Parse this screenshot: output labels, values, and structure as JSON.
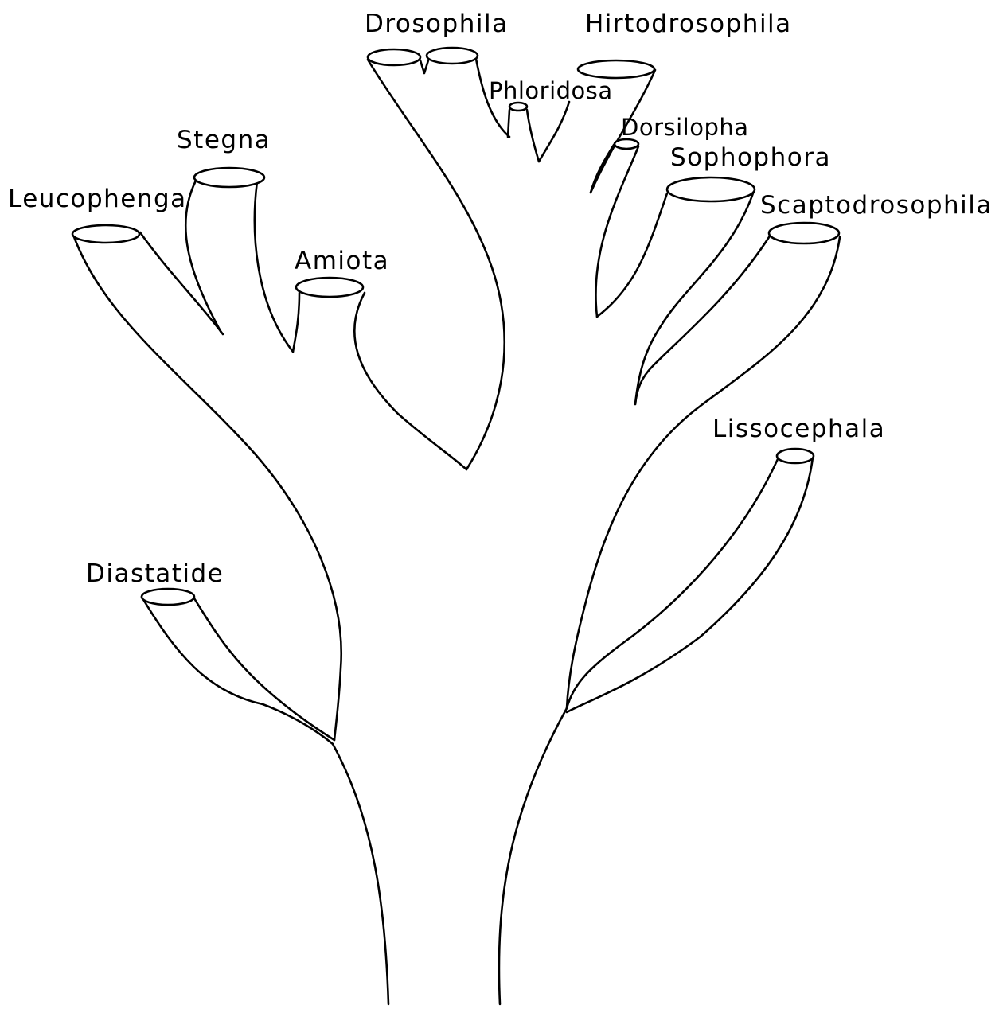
{
  "diagram": {
    "taxa": {
      "drosophila": "Drosophila",
      "hirtodrosophila": "Hirtodrosophila",
      "phloridosa": "Phloridosa",
      "dorsilopha": "Dorsilopha",
      "sophophora": "Sophophora",
      "scaptodrosophila": "Scaptodrosophila",
      "stegna": "Stegna",
      "leucophenga": "Leucophenga",
      "amiota": "Amiota",
      "lissocephala": "Lissocephala",
      "diastatide": "Diastatide"
    }
  }
}
